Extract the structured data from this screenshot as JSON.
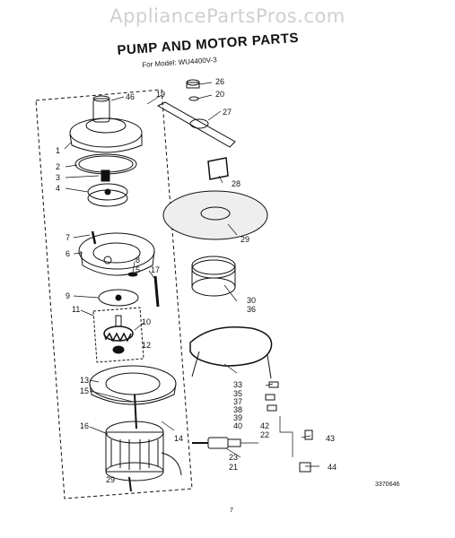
{
  "watermark": "AppliancePartsPros.com",
  "title": "PUMP AND MOTOR PARTS",
  "subtitle": "For Model: WU4400V-3",
  "callouts": {
    "c46": "46",
    "c19": "19",
    "c1": "1",
    "c2": "2",
    "c3": "3",
    "c4": "4",
    "c7": "7",
    "c6": "6",
    "c8": "8",
    "c5": "5",
    "c17": "17",
    "c9": "9",
    "c11": "11",
    "c10": "10",
    "c12": "12",
    "c13": "13",
    "c15": "15",
    "c16": "16",
    "c14": "14",
    "c29a": "29",
    "c26": "26",
    "c20": "20",
    "c27": "27",
    "c28": "28",
    "c29b": "29",
    "c30": "30",
    "c36": "36",
    "c33": "33",
    "c35": "35",
    "c37": "37",
    "c38": "38",
    "c39": "39",
    "c40": "40",
    "c42": "42",
    "c22": "22",
    "c23": "23",
    "c21": "21",
    "c43": "43",
    "c44": "44"
  },
  "diagram_number": "3370646",
  "page_number": "7"
}
